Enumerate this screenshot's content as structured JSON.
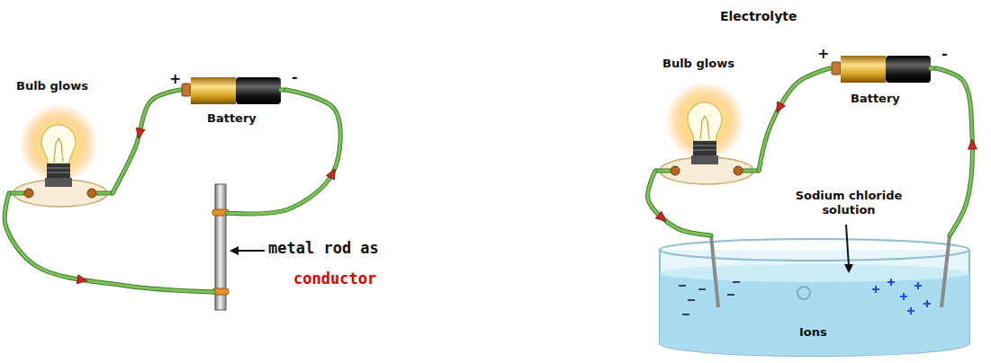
{
  "diagram": {
    "title": "Electrolyte",
    "nodes": [
      {
        "text": [
          "Bulb glows"
        ]
      },
      {
        "text": [
          "Battery"
        ]
      },
      {
        "text": [
          "metal rod as",
          "conductor"
        ]
      },
      {
        "text": [
          "Bulb glows"
        ]
      },
      {
        "text": [
          "Battery"
        ]
      },
      {
        "text": [
          "Sodium chloride solution",
          "Ions"
        ]
      }
    ],
    "edges": [
      {
        "from": 1,
        "to": 0,
        "arrow": "to"
      },
      {
        "from": 0,
        "to": 2,
        "arrow": "to"
      },
      {
        "from": 2,
        "to": 1,
        "arrow": "to"
      },
      {
        "from": 4,
        "to": 3,
        "arrow": "to"
      },
      {
        "from": 3,
        "to": 5,
        "arrow": "to"
      },
      {
        "from": 5,
        "to": 4,
        "arrow": "to"
      }
    ],
    "labels": [
      "+",
      "-",
      "+",
      "-"
    ]
  }
}
